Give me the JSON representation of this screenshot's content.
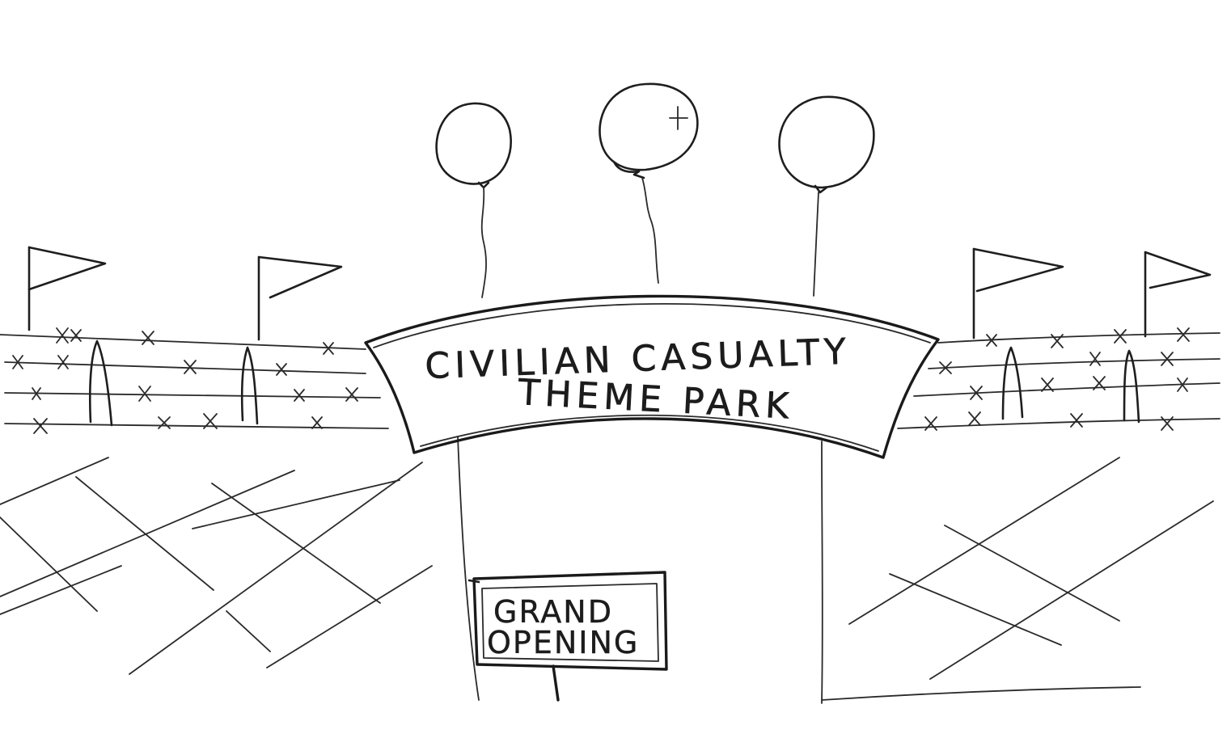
{
  "banner": {
    "line1": "CIVILIAN CASUALTY",
    "line2": "THEME PARK"
  },
  "sign": {
    "line1": "GRAND",
    "line2": "OPENING"
  },
  "colors": {
    "ink": "#1e1e1e",
    "paper": "#ffffff"
  }
}
